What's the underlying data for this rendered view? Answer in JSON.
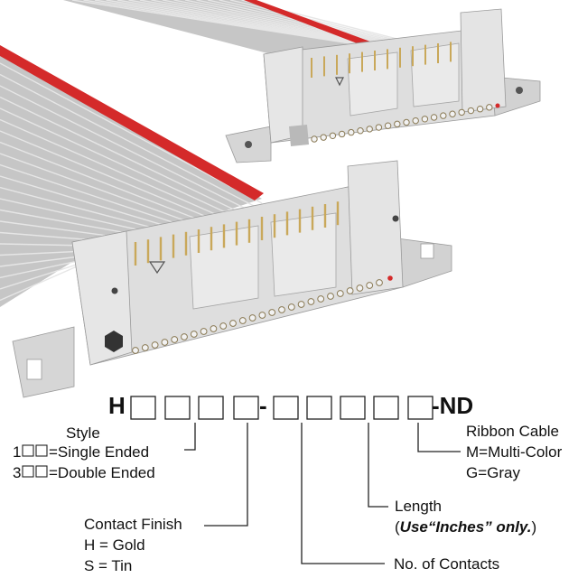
{
  "part_number": {
    "prefix": "H",
    "dash": "-",
    "suffix": "-ND"
  },
  "style": {
    "title": "Style",
    "option1_digit": "1",
    "option1_text": "=Single Ended",
    "option2_digit": "3",
    "option2_text": "=Double Ended"
  },
  "contact_finish": {
    "title": "Contact Finish",
    "option1": "H = Gold",
    "option2": "S = Tin"
  },
  "contacts": {
    "label": "No. of Contacts"
  },
  "length": {
    "label": "Length",
    "note_open": "(",
    "note_italic": "Use“Inches” only.",
    "note_close": ")"
  },
  "ribbon_cable": {
    "title": "Ribbon Cable",
    "option1": "M=Multi-Color",
    "option2": "G=Gray"
  },
  "colors": {
    "cable_gray": "#c8c8c8",
    "cable_stripe": "#d42a2a",
    "housing": "#d9d9d9",
    "pin_gold": "#c9a85a"
  }
}
